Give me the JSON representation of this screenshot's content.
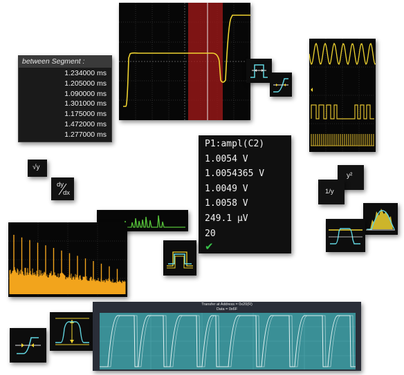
{
  "segment_table": {
    "header": "between Segment :",
    "rows": [
      "1.234000 ms",
      "1.205000 ms",
      "1.090000 ms",
      "1.301000 ms",
      "1.175000 ms",
      "1.472000 ms",
      "1.277000 ms"
    ]
  },
  "measurement": {
    "title": "P1:ampl(C2)",
    "values": [
      "1.0054 V",
      "1.0054365 V",
      "1.0049 V",
      "1.0058 V",
      "249.1 µV",
      "20"
    ],
    "status_icon": "checkmark-icon"
  },
  "math_icons": {
    "sqrt": "√y",
    "deriv_num": "dy",
    "deriv_den": "dx",
    "reciprocal": "1/y",
    "square": "y²"
  },
  "transfer_panel": {
    "title_line1": "Transfer at Address = 0x20(R)",
    "title_line2": "Data = 0x6F"
  },
  "colors": {
    "trace_yellow": "#f0d430",
    "trace_orange": "#f2a41c",
    "trace_green": "#57c43a",
    "trace_cyan": "#62d7e2",
    "cursor_red": "#a01818",
    "pass_green": "#38c24a",
    "transfer_teal": "#3a8f96"
  }
}
